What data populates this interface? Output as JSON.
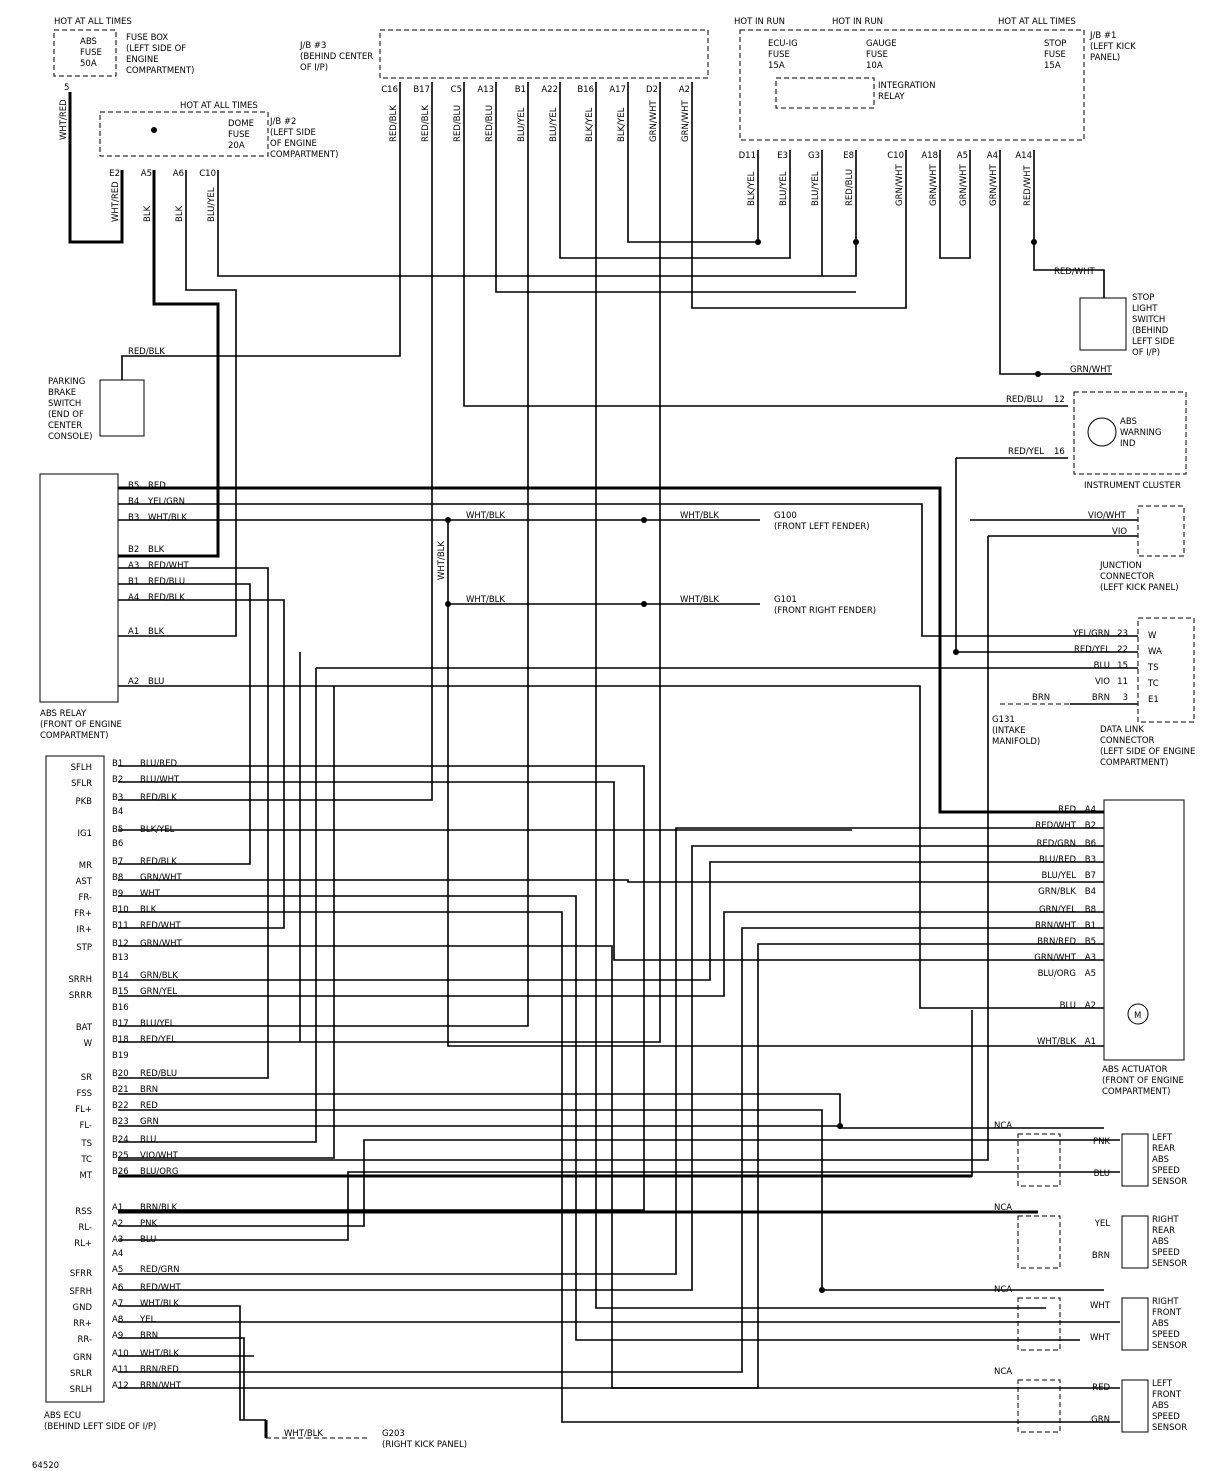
{
  "components": {
    "fuse_box": {
      "label": "FUSE BOX\n(LEFT SIDE OF\nENGINE\nCOMPARTMENT)",
      "hot": "HOT AT ALL TIMES",
      "fuse": "ABS\nFUSE\n50A",
      "pin": "5",
      "wire": "WHT/RED"
    },
    "jb2": {
      "label": "J/B #2\n(LEFT SIDE\nOF ENGINE\nCOMPARTMENT)",
      "hot": "HOT AT ALL TIMES",
      "fuse": "DOME\nFUSE\n20A",
      "pins": [
        {
          "id": "E2",
          "wire": "WHT/RED"
        },
        {
          "id": "A5",
          "wire": "BLK"
        },
        {
          "id": "A6",
          "wire": "BLK"
        },
        {
          "id": "C10",
          "wire": "BLU/YEL"
        }
      ]
    },
    "jb3": {
      "label": "J/B #3\n(BEHIND CENTER\nOF I/P)",
      "pins": [
        {
          "id": "C16",
          "wire": "RED/BLK"
        },
        {
          "id": "B17",
          "wire": "RED/BLK"
        },
        {
          "id": "C5",
          "wire": "RED/BLU"
        },
        {
          "id": "A13",
          "wire": "RED/BLU"
        },
        {
          "id": "B1",
          "wire": "BLU/YEL"
        },
        {
          "id": "A22",
          "wire": "BLU/YEL"
        },
        {
          "id": "B16",
          "wire": "BLK/YEL"
        },
        {
          "id": "A17",
          "wire": "BLK/YEL"
        },
        {
          "id": "D2",
          "wire": "GRN/WHT"
        },
        {
          "id": "A2",
          "wire": "GRN/WHT"
        }
      ]
    },
    "jb1": {
      "label": "J/B #1\n(LEFT KICK\nPANEL)",
      "hot_run_1": "HOT IN RUN",
      "hot_run_2": "HOT IN RUN",
      "hot_always": "HOT AT ALL TIMES",
      "fuse_ecu": "ECU-IG\nFUSE\n15A",
      "fuse_gauge": "GAUGE\nFUSE\n10A",
      "fuse_stop": "STOP\nFUSE\n15A",
      "relay": "INTEGRATION\nRELAY",
      "pins": [
        {
          "id": "D11",
          "wire": "BLK/YEL"
        },
        {
          "id": "E3",
          "wire": "BLU/YEL"
        },
        {
          "id": "G3",
          "wire": "BLU/YEL"
        },
        {
          "id": "E8",
          "wire": "RED/BLU"
        },
        {
          "id": "C10",
          "wire": "GRN/WHT"
        },
        {
          "id": "A18",
          "wire": "GRN/WHT"
        },
        {
          "id": "A5",
          "wire": "GRN/WHT"
        },
        {
          "id": "A4",
          "wire": "GRN/WHT"
        },
        {
          "id": "A14",
          "wire": "RED/WHT"
        }
      ]
    },
    "stop_light_switch": {
      "label": "STOP\nLIGHT\nSWITCH\n(BEHIND\nLEFT SIDE\nOF I/P)",
      "wire_in": "RED/WHT",
      "wire_out": "GRN/WHT"
    },
    "parking_brake_switch": {
      "label": "PARKING\nBRAKE\nSWITCH\n(END OF\nCENTER\nCONSOLE)",
      "wire": "RED/BLK"
    },
    "instrument_cluster": {
      "label": "INSTRUMENT CLUSTER",
      "indicator": "ABS\nWARNING\nIND",
      "pins": [
        {
          "id": "12",
          "wire": "RED/BLU"
        },
        {
          "id": "16",
          "wire": "RED/YEL"
        }
      ]
    },
    "abs_relay": {
      "label": "ABS RELAY\n(FRONT OF ENGINE\nCOMPARTMENT)",
      "pins": [
        {
          "id": "B5",
          "wire": "RED"
        },
        {
          "id": "B4",
          "wire": "YEL/GRN"
        },
        {
          "id": "B3",
          "wire": "WHT/BLK"
        },
        {
          "id": "B2",
          "wire": "BLK"
        },
        {
          "id": "A3",
          "wire": "RED/WHT"
        },
        {
          "id": "B1",
          "wire": "RED/BLU"
        },
        {
          "id": "A4",
          "wire": "RED/BLK"
        },
        {
          "id": "A1",
          "wire": "BLK"
        },
        {
          "id": "A2",
          "wire": "BLU"
        }
      ]
    },
    "grounds": [
      {
        "id": "G100",
        "label": "G100\n(FRONT LEFT FENDER)",
        "wire": "WHT/BLK"
      },
      {
        "id": "G101",
        "label": "G101\n(FRONT RIGHT FENDER)",
        "wire": "WHT/BLK"
      },
      {
        "id": "G131",
        "label": "G131\n(INTAKE\nMANIFOLD)",
        "wire": "BRN"
      },
      {
        "id": "G203",
        "label": "G203\n(RIGHT KICK PANEL)",
        "wire": "WHT/BLK"
      }
    ],
    "splice_wire": "WHT/BLK",
    "junction_connector": {
      "label": "JUNCTION\nCONNECTOR\n(LEFT KICK PANEL)",
      "wires": [
        "VIO/WHT",
        "VIO"
      ]
    },
    "data_link_connector": {
      "label": "DATA LINK\nCONNECTOR\n(LEFT SIDE OF ENGINE\nCOMPARTMENT)",
      "pins": [
        {
          "wire": "YEL/GRN",
          "num": "23",
          "term": "W"
        },
        {
          "wire": "RED/YEL",
          "num": "22",
          "term": "WA"
        },
        {
          "wire": "BLU",
          "num": "15",
          "term": "TS"
        },
        {
          "wire": "VIO",
          "num": "11",
          "term": "TC"
        },
        {
          "wire": "BRN",
          "num": "3",
          "term": "E1"
        }
      ]
    },
    "abs_actuator": {
      "label": "ABS ACTUATOR\n(FRONT OF ENGINE\nCOMPARTMENT)",
      "motor": "M",
      "pins": [
        {
          "wire": "RED",
          "id": "A4"
        },
        {
          "wire": "RED/WHT",
          "id": "B2"
        },
        {
          "wire": "RED/GRN",
          "id": "B6"
        },
        {
          "wire": "BLU/RED",
          "id": "B3"
        },
        {
          "wire": "BLU/YEL",
          "id": "B7"
        },
        {
          "wire": "GRN/BLK",
          "id": "B4"
        },
        {
          "wire": "GRN/YEL",
          "id": "B8"
        },
        {
          "wire": "BRN/WHT",
          "id": "B1"
        },
        {
          "wire": "BRN/RED",
          "id": "B5"
        },
        {
          "wire": "GRN/WHT",
          "id": "A3"
        },
        {
          "wire": "BLU/ORG",
          "id": "A5"
        },
        {
          "wire": "BLU",
          "id": "A2"
        },
        {
          "wire": "WHT/BLK",
          "id": "A1"
        }
      ]
    },
    "speed_sensors": [
      {
        "label": "LEFT\nREAR\nABS\nSPEED\nSENSOR",
        "nca": "NCA",
        "wires": [
          "PNK",
          "BLU"
        ]
      },
      {
        "label": "RIGHT\nREAR\nABS\nSPEED\nSENSOR",
        "nca": "NCA",
        "wires": [
          "YEL",
          "BRN"
        ]
      },
      {
        "label": "RIGHT\nFRONT\nABS\nSPEED\nSENSOR",
        "nca": "NCA",
        "wires": [
          "WHT",
          "WHT"
        ]
      },
      {
        "label": "LEFT\nFRONT\nABS\nSPEED\nSENSOR",
        "nca": "NCA",
        "wires": [
          "RED",
          "GRN"
        ]
      }
    ],
    "abs_ecu": {
      "label": "ABS ECU\n(BEHIND LEFT SIDE OF I/P)",
      "pins": [
        {
          "term": "SFLH",
          "pin": "B1",
          "wire": "BLU/RED"
        },
        {
          "term": "SFLR",
          "pin": "B2",
          "wire": "BLU/WHT"
        },
        {
          "term": "PKB",
          "pin": "B3",
          "wire": "RED/BLK"
        },
        {
          "term": "",
          "pin": "B4",
          "wire": ""
        },
        {
          "term": "IG1",
          "pin": "B5",
          "wire": "BLK/YEL"
        },
        {
          "term": "",
          "pin": "B6",
          "wire": ""
        },
        {
          "term": "MR",
          "pin": "B7",
          "wire": "RED/BLK"
        },
        {
          "term": "AST",
          "pin": "B8",
          "wire": "GRN/WHT"
        },
        {
          "term": "FR-",
          "pin": "B9",
          "wire": "WHT"
        },
        {
          "term": "FR+",
          "pin": "B10",
          "wire": "BLK"
        },
        {
          "term": "IR+",
          "pin": "B11",
          "wire": "RED/WHT"
        },
        {
          "term": "STP",
          "pin": "B12",
          "wire": "GRN/WHT"
        },
        {
          "term": "",
          "pin": "B13",
          "wire": ""
        },
        {
          "term": "SRRH",
          "pin": "B14",
          "wire": "GRN/BLK"
        },
        {
          "term": "SRRR",
          "pin": "B15",
          "wire": "GRN/YEL"
        },
        {
          "term": "",
          "pin": "B16",
          "wire": ""
        },
        {
          "term": "BAT",
          "pin": "B17",
          "wire": "BLU/YEL"
        },
        {
          "term": "W",
          "pin": "B18",
          "wire": "RED/YEL"
        },
        {
          "term": "",
          "pin": "B19",
          "wire": ""
        },
        {
          "term": "SR",
          "pin": "B20",
          "wire": "RED/BLU"
        },
        {
          "term": "FSS",
          "pin": "B21",
          "wire": "BRN"
        },
        {
          "term": "FL+",
          "pin": "B22",
          "wire": "RED"
        },
        {
          "term": "FL-",
          "pin": "B23",
          "wire": "GRN"
        },
        {
          "term": "TS",
          "pin": "B24",
          "wire": "BLU"
        },
        {
          "term": "TC",
          "pin": "B25",
          "wire": "VIO/WHT"
        },
        {
          "term": "MT",
          "pin": "B26",
          "wire": "BLU/ORG"
        },
        {
          "term": "RSS",
          "pin": "A1",
          "wire": "BRN/BLK"
        },
        {
          "term": "RL-",
          "pin": "A2",
          "wire": "PNK"
        },
        {
          "term": "RL+",
          "pin": "A3",
          "wire": "BLU"
        },
        {
          "term": "",
          "pin": "A4",
          "wire": ""
        },
        {
          "term": "SFRR",
          "pin": "A5",
          "wire": "RED/GRN"
        },
        {
          "term": "SFRH",
          "pin": "A6",
          "wire": "RED/WHT"
        },
        {
          "term": "GND",
          "pin": "A7",
          "wire": "WHT/BLK"
        },
        {
          "term": "RR+",
          "pin": "A8",
          "wire": "YEL"
        },
        {
          "term": "RR-",
          "pin": "A9",
          "wire": "BRN"
        },
        {
          "term": "GRN",
          "pin": "A10",
          "wire": "WHT/BLK"
        },
        {
          "term": "SRLR",
          "pin": "A11",
          "wire": "BRN/RED"
        },
        {
          "term": "SRLH",
          "pin": "A12",
          "wire": "BRN/WHT"
        }
      ]
    }
  },
  "figure_id": "64520"
}
